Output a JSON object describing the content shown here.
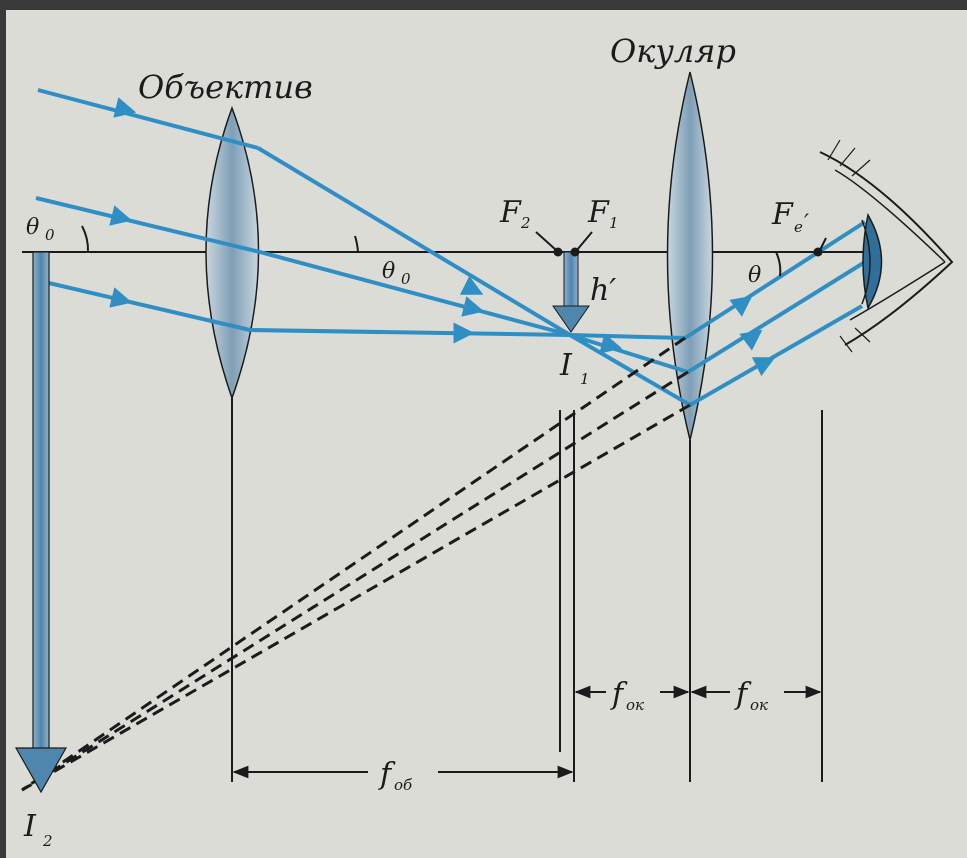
{
  "labels": {
    "objective": "Объектив",
    "eyepiece": "Окуляр",
    "theta0_left": "θ",
    "theta0_left_sub": "0",
    "theta0_mid": "θ",
    "theta0_mid_sub": "0",
    "theta": "θ",
    "f2": "F",
    "f2_sub": "2",
    "f1": "F",
    "f1_sub": "1",
    "fe": "F",
    "fe_sub": "e",
    "fe_prime": "′",
    "h_prime": "h′",
    "i1": "I",
    "i1_sub": "1",
    "i2": "I",
    "i2_sub": "2",
    "f_ob": "f",
    "f_ob_sub": "об",
    "f_ok_1": "f",
    "f_ok_1_sub": "ок",
    "f_ok_2": "f",
    "f_ok_2_sub": "ок"
  },
  "colors": {
    "paper": "#dcdcd7",
    "ray": "#2f8fc4",
    "lens_edge": "#b0c4d1",
    "lens_center": "#7b9db5",
    "ink": "#1b1b1b",
    "frame": "#3a3a3a"
  }
}
